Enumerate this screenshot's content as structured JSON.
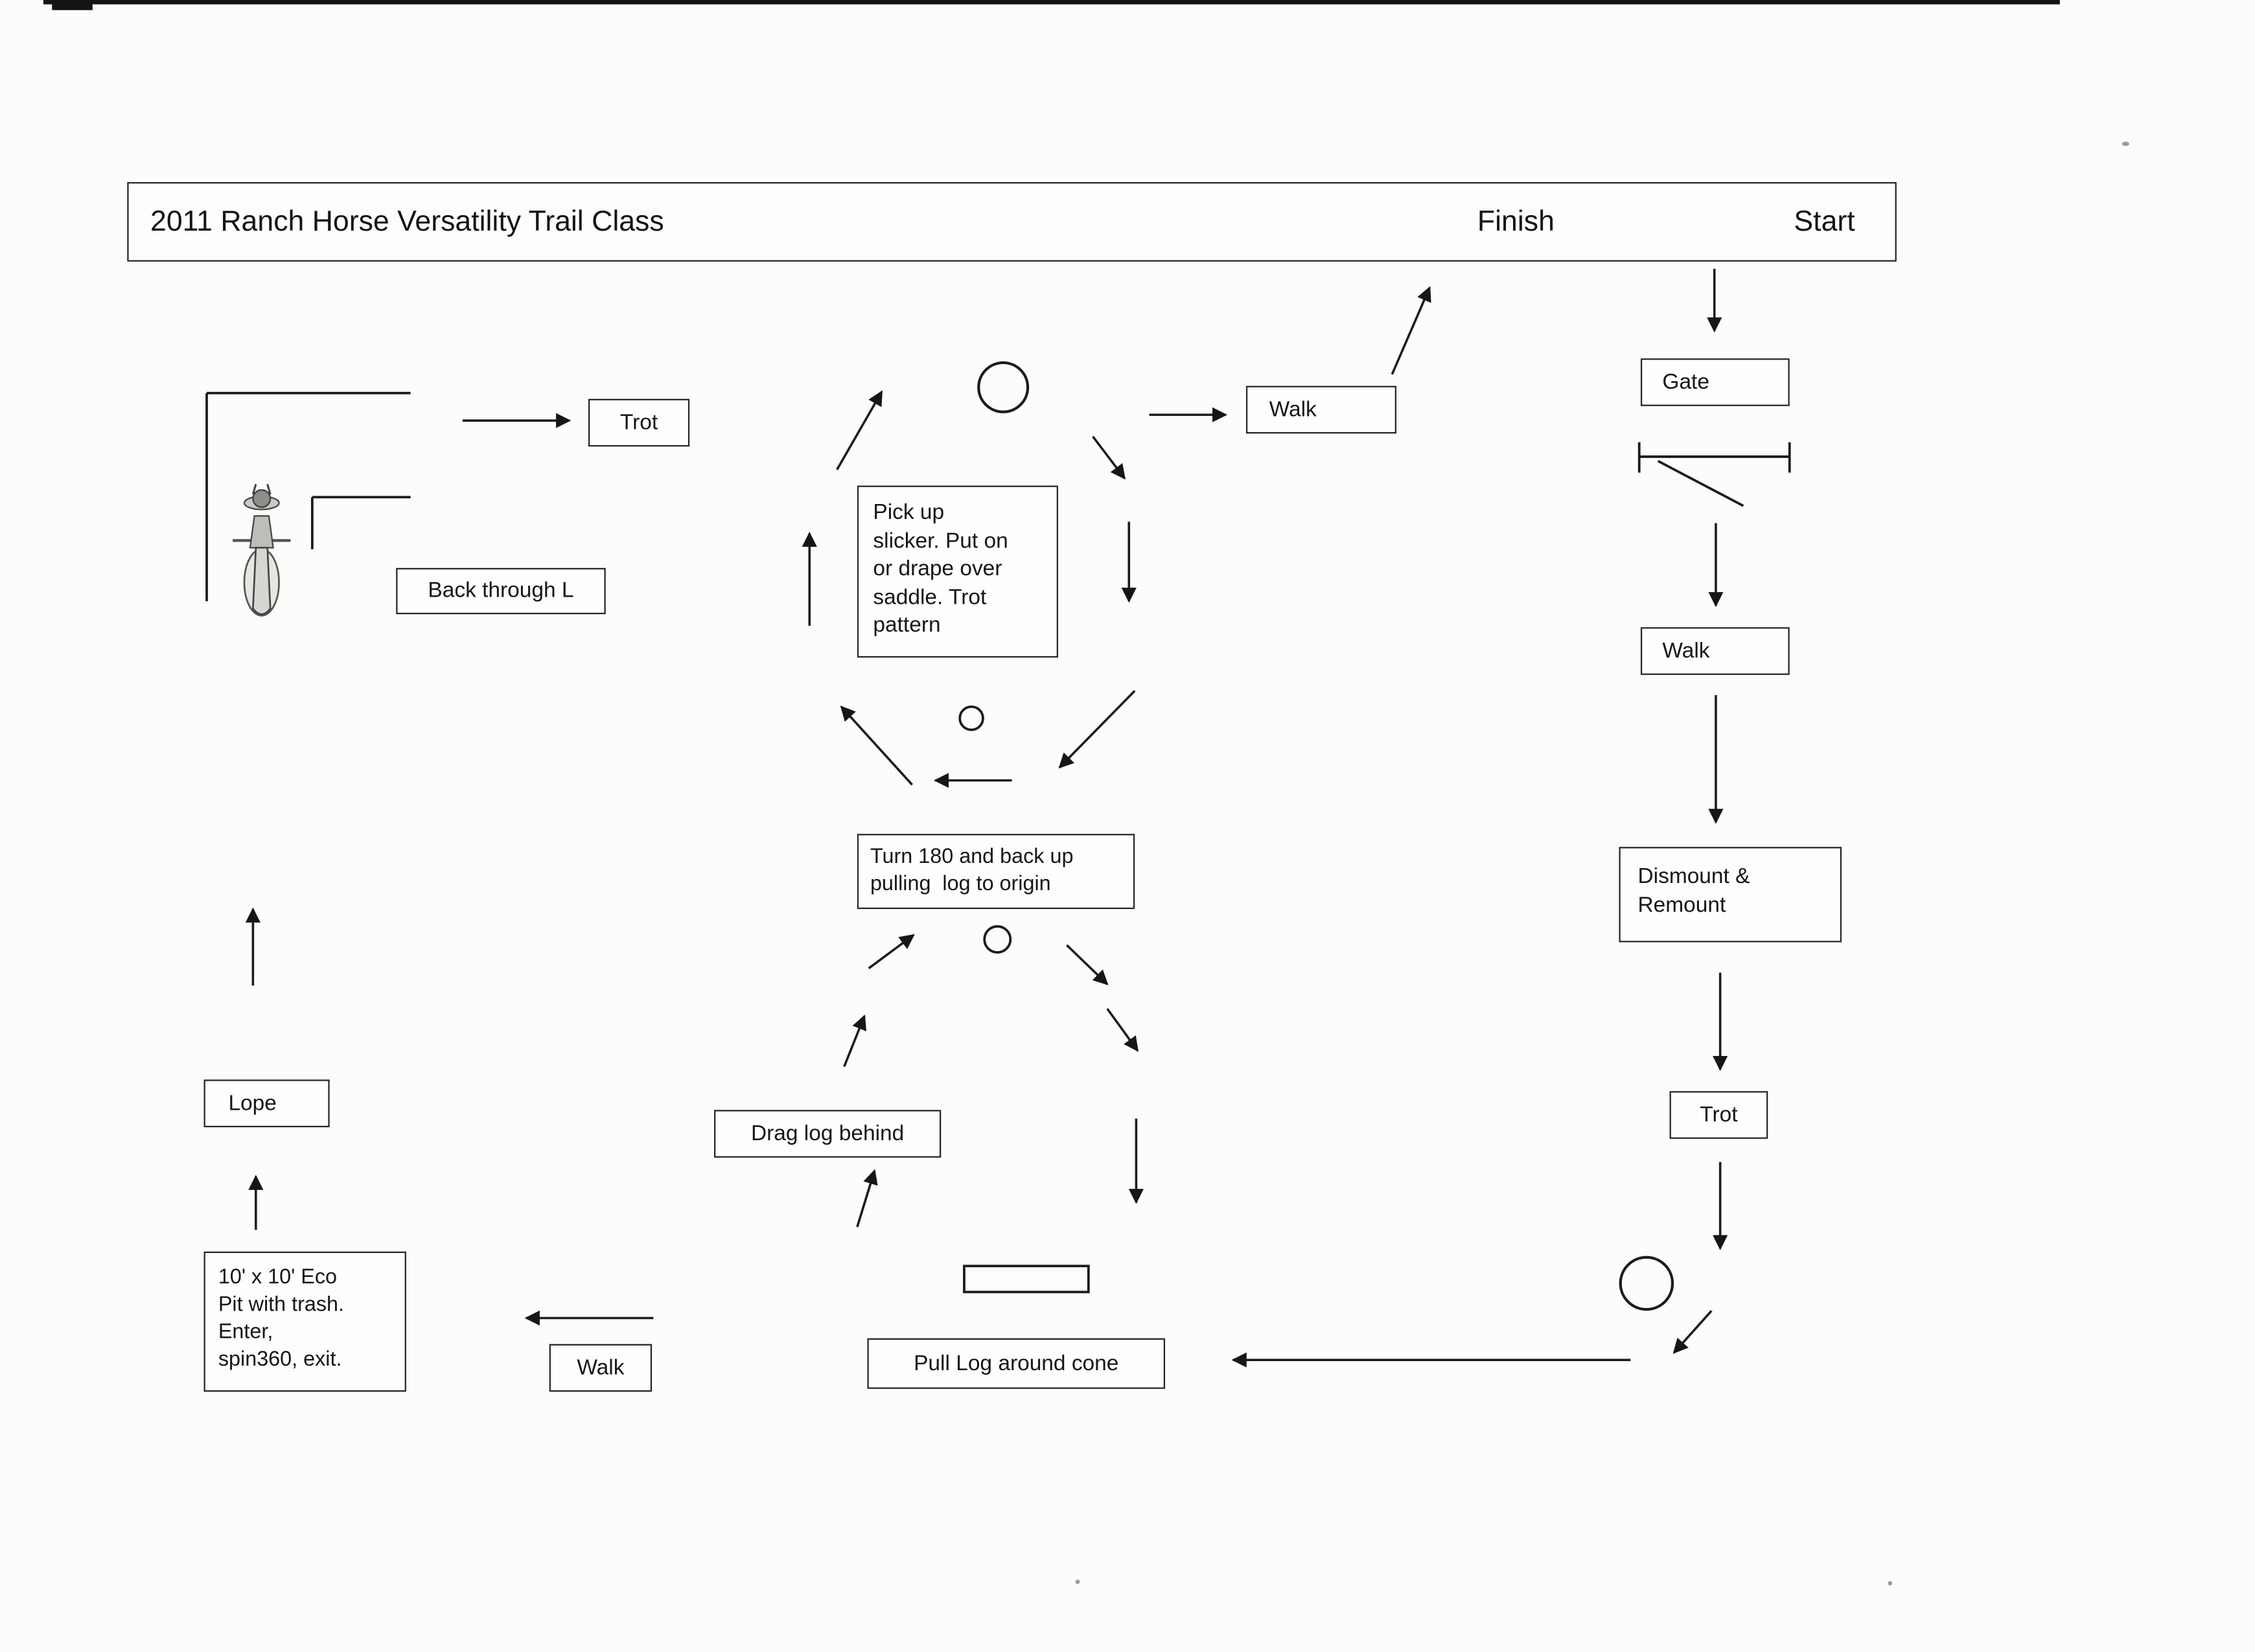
{
  "header": {
    "title": "2011 Ranch Horse Versatility Trail Class",
    "finish": "Finish",
    "start": "Start"
  },
  "boxes": {
    "trot_top": "Trot",
    "back_through_l": "Back through L",
    "slicker": "Pick up\nslicker. Put on\nor drape over\nsaddle. Trot\npattern",
    "walk_top": "Walk",
    "gate": "Gate",
    "walk_right": "Walk",
    "dismount": "Dismount &\nRemount",
    "trot_right": "Trot",
    "turn_180": "Turn 180 and back up\npulling  log to origin",
    "drag_log": "Drag log behind",
    "pull_log": "Pull Log around cone",
    "walk_bottom": "Walk",
    "lope": "Lope",
    "eco_pit": "10' x 10' Eco\nPit with trash.\nEnter,\nspin360, exit."
  },
  "symbols": {
    "cone": "open circle marker (4 on course)",
    "log": "small rectangle",
    "gate": "rail with end posts and swinging diagonal",
    "back_through_l": "L-shaped rails",
    "horse_rider": "overhead horse-and-rider figure at course element"
  },
  "colors": {
    "ink": "#1c1c1c",
    "paper": "#fcfcfa"
  }
}
